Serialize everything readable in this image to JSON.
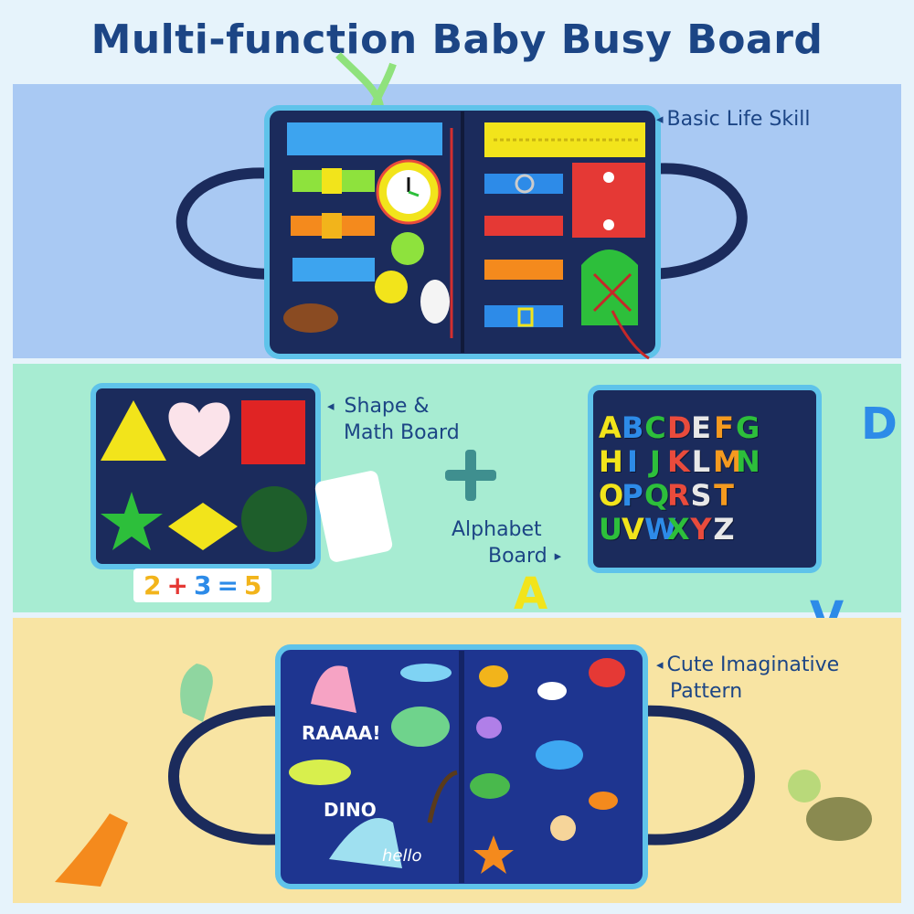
{
  "title": "Multi-function Baby Busy Board",
  "labels": {
    "basic_life_skill": "Basic Life Skill",
    "shape_math_line1": "Shape &",
    "shape_math_line2": "Math Board",
    "alphabet_line1": "Alphabet",
    "alphabet_line2": "Board",
    "cute_line1": "Cute Imaginative",
    "cute_line2": "Pattern"
  },
  "alphabet_board": {
    "letters": [
      "A",
      "B",
      "C",
      "D",
      "E",
      "F",
      "G",
      "H",
      "I",
      "J",
      "K",
      "L",
      "M",
      "N",
      "O",
      "P",
      "Q",
      "R",
      "S",
      "T",
      "U",
      "V",
      "W",
      "X",
      "Y",
      "Z"
    ],
    "colors": [
      "#f2e41b",
      "#2d8be8",
      "#2dbf3b",
      "#e94b3c",
      "#e8e8e8",
      "#f59a1f",
      "#2dbf3b"
    ]
  },
  "math_strip": {
    "tokens": [
      "2",
      "+",
      "3",
      "=",
      "5"
    ],
    "colors": [
      "#f2b41b",
      "#e53935",
      "#2d8be8",
      "#2d8be8",
      "#f2b41b"
    ]
  },
  "pattern_text": {
    "roar": "RAAAA!",
    "dino": "DINO",
    "hello": "hello"
  },
  "colors": {
    "title": "#1c4585",
    "panel_top": "#a9c9f3",
    "panel_middle": "#a7ecd2",
    "panel_bottom": "#f8e4a3",
    "board": "#1b2b5c",
    "board_border": "#5fc3ea"
  }
}
